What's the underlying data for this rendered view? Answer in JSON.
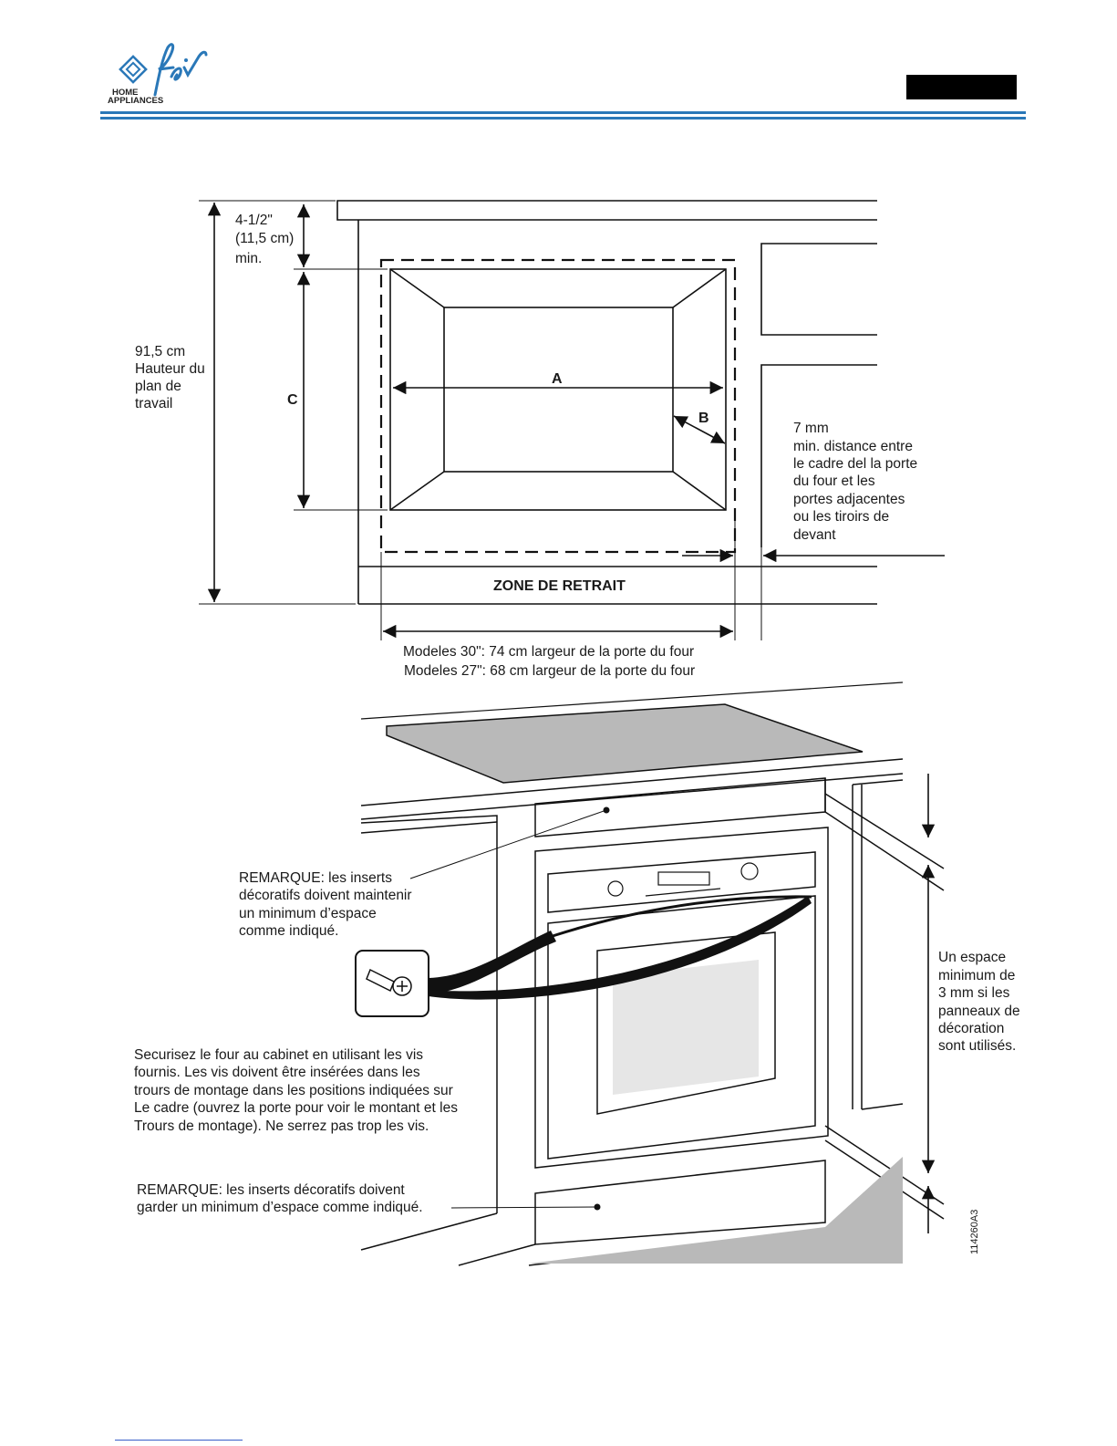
{
  "brand": {
    "logo_line1": "HOME",
    "logo_line2": "APPLIANCES",
    "accent_color": "#2a78b8"
  },
  "top_diagram": {
    "dim_top_line1": "4-1/2\"",
    "dim_top_line2": "(11,5 cm)",
    "dim_top_line3": "min.",
    "height_line1": "91,5 cm",
    "height_line2": "Hauteur du",
    "height_line3": "plan de",
    "height_line4": "travail",
    "label_a": "A",
    "label_b": "B",
    "label_c": "C",
    "gap_lines": [
      "7 mm",
      "min. distance entre",
      "le cadre del la porte",
      "du four et les",
      "portes adjacentes",
      "ou les tiroirs de",
      "devant"
    ],
    "zone": "ZONE DE RETRAIT",
    "model30": "Modeles 30\": 74 cm largeur de la porte du four",
    "model27": "Modeles 27\": 68 cm largeur de la porte du four"
  },
  "bottom_diagram": {
    "note1_lines": [
      "REMARQUE: les inserts",
      "décoratifs doivent maintenir",
      "un minimum d’espace",
      "comme indiqué."
    ],
    "screw_lines": [
      "Securisez le four au cabinet en utilisant les vis",
      "fournis. Les vis doivent être insérées dans les",
      "trours de montage dans les positions indiquées sur",
      "Le cadre (ouvrez la porte pour voir le montant et les",
      "Trours de montage). Ne serrez pas trop les vis."
    ],
    "note2_lines": [
      "REMARQUE: les inserts décoratifs doivent",
      "garder un minimum d’espace comme indiqué."
    ],
    "space_lines": [
      "Un espace",
      "minimum de",
      "3 mm si les",
      "panneaux de",
      "décoration",
      "sont utilisés."
    ],
    "figure_code": "114260A3"
  }
}
